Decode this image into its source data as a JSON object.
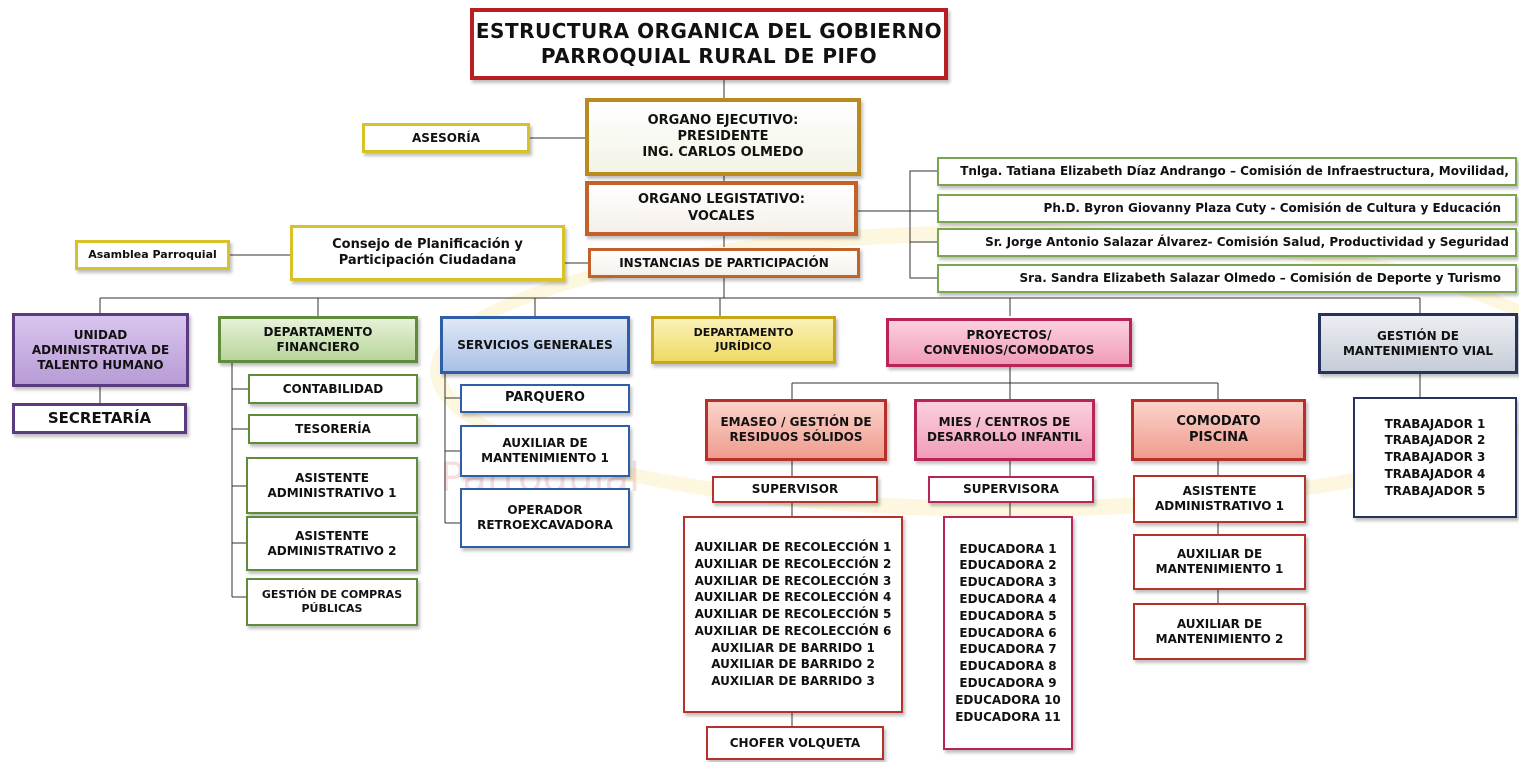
{
  "title": "ESTRUCTURA ORGANICA DEL GOBIERNO\nPARROQUIAL RURAL DE PIFO",
  "ejecutivo": "ORGANO EJECUTIVO:\nPRESIDENTE\nING. CARLOS OLMEDO",
  "asesoria": "ASESORÍA",
  "legislativo": "ORGANO LEGISTATIVO:\nVOCALES",
  "vocales": [
    "Tnlga. Tatiana Elizabeth Díaz Andrango – Comisión de Infraestructura, Movilidad,",
    "Ph.D. Byron Giovanny Plaza Cuty - Comisión de Cultura y Educación",
    "Sr. Jorge Antonio Salazar Álvarez- Comisión Salud, Productividad y Seguridad",
    "Sra. Sandra Elizabeth Salazar Olmedo – Comisión de Deporte y Turismo"
  ],
  "asamblea": "Asamblea Parroquial",
  "consejo": "Consejo de Planificación y\nParticipación Ciudadana",
  "instancias": "INSTANCIAS DE PARTICIPACIÓN",
  "talento": {
    "label": "UNIDAD\nADMINISTRATIVA DE\nTALENTO HUMANO",
    "children": [
      "SECRETARÍA"
    ]
  },
  "financiero": {
    "label": "DEPARTAMENTO\nFINANCIERO",
    "children": [
      "CONTABILIDAD",
      "TESORERÍA",
      "ASISTENTE\nADMINISTRATIVO 1",
      "ASISTENTE\nADMINISTRATIVO 2",
      "GESTIÓN DE COMPRAS\nPÚBLICAS"
    ]
  },
  "servicios": {
    "label": "SERVICIOS GENERALES",
    "children": [
      "PARQUERO",
      "AUXILIAR DE\nMANTENIMIENTO 1",
      "OPERADOR\nRETROEXCAVADORA"
    ]
  },
  "juridico": "DEPARTAMENTO\nJURÍDICO",
  "proyectos": "PROYECTOS/\nCONVENIOS/COMODATOS",
  "emaseo": {
    "label": "EMASEO / GESTIÓN DE\nRESIDUOS SÓLIDOS",
    "supervisor": "SUPERVISOR",
    "staff": "AUXILIAR DE RECOLECCIÓN  1\nAUXILIAR DE RECOLECCIÓN  2\nAUXILIAR DE RECOLECCIÓN  3\nAUXILIAR DE RECOLECCIÓN  4\nAUXILIAR DE RECOLECCIÓN  5\nAUXILIAR DE RECOLECCIÓN  6\nAUXILIAR DE BARRIDO 1\nAUXILIAR DE BARRIDO 2\nAUXILIAR DE BARRIDO 3",
    "chofer": "CHOFER VOLQUETA"
  },
  "mies": {
    "label": "MIES / CENTROS DE\nDESARROLLO INFANTIL",
    "supervisor": "SUPERVISORA",
    "staff": "EDUCADORA  1\nEDUCADORA  2\nEDUCADORA  3\nEDUCADORA  4\nEDUCADORA  5\nEDUCADORA 6\nEDUCADORA 7\nEDUCADORA 8\nEDUCADORA 9\nEDUCADORA 10\nEDUCADORA 11"
  },
  "comodato": {
    "label": "COMODATO\nPISCINA",
    "children": [
      "ASISTENTE\nADMINISTRATIVO 1",
      "AUXILIAR DE\nMANTENIMIENTO 1",
      "AUXILIAR DE\nMANTENIMIENTO 2"
    ]
  },
  "vial": {
    "label": "GESTIÓN DE\nMANTENIMIENTO VIAL",
    "staff": "TRABAJADOR  1\nTRABAJADOR  2\nTRABAJADOR  3\nTRABAJADOR  4\nTRABAJADOR  5"
  },
  "watermark": "Parroquial",
  "colors": {
    "title_border": "#b81f24",
    "purple": "#5b3a82",
    "green": "#5f8c3a",
    "blue": "#2e5ea8",
    "yellow": "#c9a51a",
    "pink": "#b8245a",
    "salmon": "#b8302a",
    "navy": "#25335e"
  }
}
